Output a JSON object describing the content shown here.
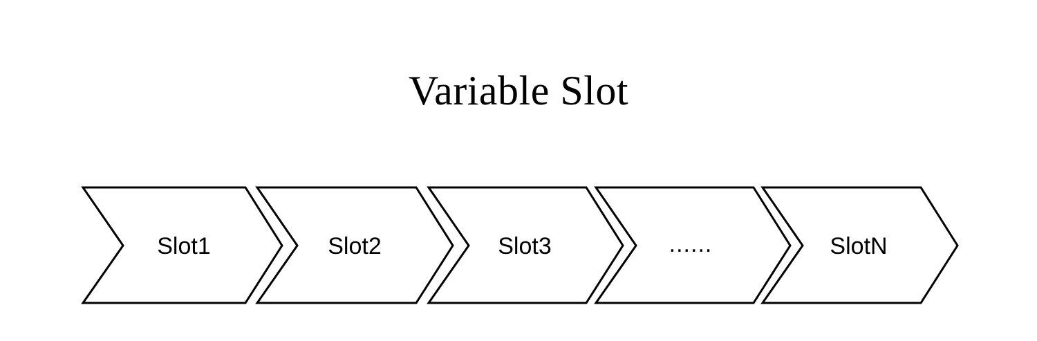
{
  "page": {
    "background_color": "#ffffff",
    "stroke_color": "#000000",
    "text_color": "#000000"
  },
  "title": {
    "text": "Variable Slot"
  },
  "diagram": {
    "type": "chevron-sequence",
    "orientation": "horizontal",
    "slots": [
      {
        "label": "Slot1"
      },
      {
        "label": "Slot2"
      },
      {
        "label": "Slot3"
      },
      {
        "label": "......"
      },
      {
        "label": "SlotN"
      }
    ]
  }
}
